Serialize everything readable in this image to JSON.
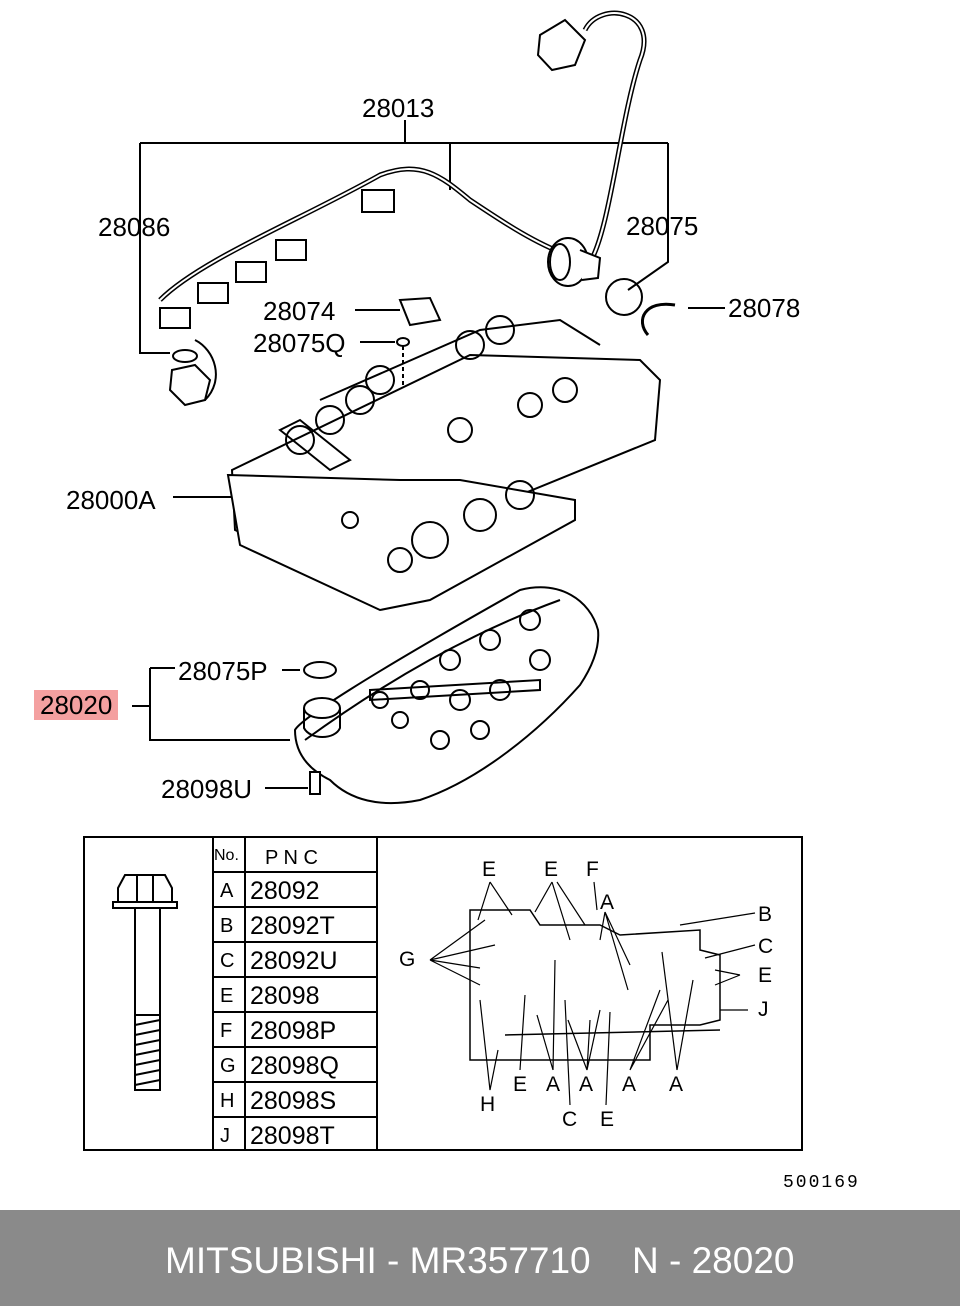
{
  "labels": {
    "harness": "28013",
    "harness_left": "28086",
    "harness_right": "28075",
    "oring_right": "28078",
    "bracket": "28074",
    "oring_small": "28075Q",
    "valve_body": "28000A",
    "oring_filter": "28075P",
    "filter": "28020",
    "bolt_filter": "28098U"
  },
  "table": {
    "header_no": "No.",
    "header_pnc": "P  N  C",
    "rows": [
      {
        "no": "A",
        "pnc": "28092"
      },
      {
        "no": "B",
        "pnc": "28092T"
      },
      {
        "no": "C",
        "pnc": "28092U"
      },
      {
        "no": "E",
        "pnc": "28098"
      },
      {
        "no": "F",
        "pnc": "28098P"
      },
      {
        "no": "G",
        "pnc": "28098Q"
      },
      {
        "no": "H",
        "pnc": "28098S"
      },
      {
        "no": "J",
        "pnc": "28098T"
      }
    ]
  },
  "bolt_map_letters": {
    "e1": "E",
    "e2": "E",
    "f": "F",
    "a_top": "A",
    "b": "B",
    "c_right": "C",
    "e_right": "E",
    "j": "J",
    "g": "G",
    "h": "H",
    "e_bot1": "E",
    "a_bot1": "A",
    "a_bot2": "A",
    "c_bot": "C",
    "e_bot2": "E",
    "a_bot3": "A",
    "a_bot4": "A"
  },
  "diagram_code": "500169",
  "footer": {
    "brand_part": "MITSUBISHI - MR357710",
    "pnc": "N - 28020"
  },
  "colors": {
    "highlight": "#f4a0a0",
    "footer_bg": "#8a8a8a"
  }
}
